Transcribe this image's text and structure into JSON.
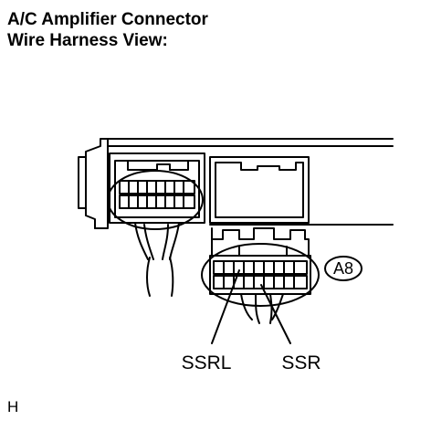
{
  "title": {
    "line1": "A/C Amplifier Connector",
    "line2": "Wire Harness View:"
  },
  "connector_code": "A8",
  "terminals": {
    "left": "SSRL",
    "right": "SSR"
  },
  "footer_mark": "H"
}
